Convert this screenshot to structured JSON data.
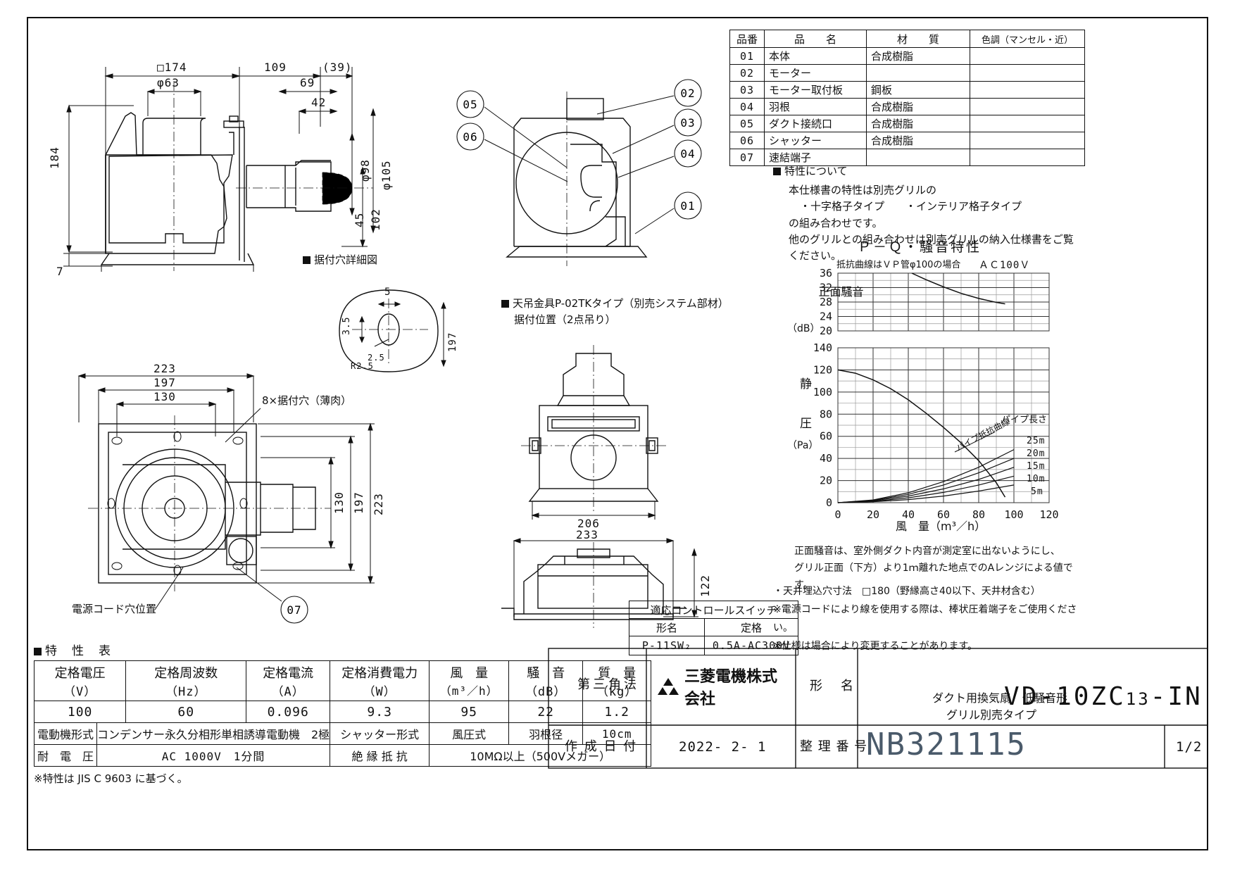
{
  "sheet": {
    "drawing_number": "NB321115",
    "page": "1/2",
    "model": "VD-10ZC13-IN",
    "model_prefix": "VD-10ZC",
    "model_sub": "13",
    "model_suffix": "-IN",
    "product_desc1": "ダクト用換気扇　低騒音形",
    "product_desc2": "グリル別売タイプ",
    "projection": "第三角法",
    "company": "三菱電機株式会社",
    "label_model": "形　名",
    "label_date": "作 成 日 付",
    "label_docno": "整 理 番 号",
    "date": "2022- 2- 1"
  },
  "parts_table": {
    "headers": [
      "品番",
      "品　　名",
      "材　　質",
      "色調（マンセル・近）"
    ],
    "rows": [
      {
        "no": "01",
        "name": "本体",
        "material": "合成樹脂",
        "color": ""
      },
      {
        "no": "02",
        "name": "モーター",
        "material": "",
        "color": ""
      },
      {
        "no": "03",
        "name": "モーター取付板",
        "material": "鋼板",
        "color": ""
      },
      {
        "no": "04",
        "name": "羽根",
        "material": "合成樹脂",
        "color": ""
      },
      {
        "no": "05",
        "name": "ダクト接続口",
        "material": "合成樹脂",
        "color": ""
      },
      {
        "no": "06",
        "name": "シャッター",
        "material": "合成樹脂",
        "color": ""
      },
      {
        "no": "07",
        "name": "速結端子",
        "material": "",
        "color": ""
      }
    ]
  },
  "notes": {
    "heading": "特性について",
    "lines": [
      "本仕様書の特性は別売グリルの",
      "・十字格子タイプ　　・インテリア格子タイプ",
      "の組み合わせです。",
      "他のグリルとの組み合わせは別売グリルの納入仕様書をご覧ください。"
    ]
  },
  "chart_data": {
    "type": "line",
    "title": "Ｐ－Ｑ・騒音特性",
    "subtitle_left": "抵抗曲線はＶＰ管φ100の場合",
    "subtitle_right": "ＡＣ100Ｖ",
    "noise_axis_label": "正面騒音",
    "noise_axis_unit": "（dB）",
    "noise_ticks": [
      36,
      32,
      28,
      24,
      20
    ],
    "noise_ylim": [
      20,
      36
    ],
    "pressure_axis_label1": "静",
    "pressure_axis_label2": "圧",
    "pressure_axis_unit": "（Pa）",
    "pressure_ticks": [
      140,
      120,
      100,
      80,
      60,
      40,
      20,
      0
    ],
    "pressure_ylim": [
      0,
      140
    ],
    "xlabel": "風　量（m³／h）",
    "xticks": [
      0,
      20,
      40,
      60,
      80,
      100,
      120
    ],
    "xlim": [
      0,
      120
    ],
    "grid": true,
    "series": [
      {
        "name": "noise",
        "x": [
          42,
          50,
          60,
          70,
          80,
          90,
          95
        ],
        "y": [
          36,
          34.2,
          32.2,
          30.4,
          29.0,
          27.9,
          27.5
        ]
      },
      {
        "name": "P-Q",
        "x": [
          0,
          10,
          20,
          30,
          40,
          50,
          60,
          70,
          80,
          90,
          95
        ],
        "y": [
          120,
          117,
          111,
          103,
          93,
          81,
          68,
          54,
          38,
          18,
          5
        ]
      },
      {
        "name": "25m",
        "x": [
          0,
          20,
          40,
          60,
          80,
          100
        ],
        "y": [
          0,
          2.5,
          9,
          19,
          32,
          48
        ]
      },
      {
        "name": "20m",
        "x": [
          0,
          20,
          40,
          60,
          80,
          100
        ],
        "y": [
          0,
          2.1,
          7.5,
          16,
          27,
          40
        ]
      },
      {
        "name": "15m",
        "x": [
          0,
          20,
          40,
          60,
          80,
          100
        ],
        "y": [
          0,
          1.7,
          6,
          12.5,
          21,
          32
        ]
      },
      {
        "name": "10m",
        "x": [
          0,
          20,
          40,
          60,
          80,
          100
        ],
        "y": [
          0,
          1.2,
          4.4,
          9.3,
          16,
          24
        ]
      },
      {
        "name": "5m",
        "x": [
          0,
          20,
          40,
          60,
          80,
          100
        ],
        "y": [
          0,
          0.8,
          2.8,
          6,
          10.5,
          16
        ]
      }
    ],
    "annotations": [
      {
        "text": "パイプ長さ",
        "kind": "legend-title"
      },
      {
        "text": "パイプ抵抗曲線",
        "kind": "curve-label"
      },
      {
        "text": "25m",
        "kind": "series-label"
      },
      {
        "text": "20m",
        "kind": "series-label"
      },
      {
        "text": "15m",
        "kind": "series-label"
      },
      {
        "text": "10m",
        "kind": "series-label"
      },
      {
        "text": "5m",
        "kind": "series-label"
      }
    ]
  },
  "chart_footnotes": [
    "正面騒音は、室外側ダクト内音が測定室に出ないようにし、",
    "グリル正面（下方）より1ｍ離れた地点でのAレンジによる値です。"
  ],
  "right_notes": [
    "・天井埋込穴寸法　□180（野縁高さ40以下、天井材含む）",
    "※電源コードにより線を使用する際は、棒状圧着端子をご使用ください。",
    "※仕様は場合により変更することがあります。"
  ],
  "control_switch": {
    "title": "適応コントロールスイッチ",
    "headers": [
      "形名",
      "定格"
    ],
    "row": [
      "P-11SW₂",
      "0.5A-AC300V"
    ]
  },
  "spec_table": {
    "heading": "特　性　表",
    "headers": [
      {
        "name": "定格電圧",
        "unit": "（V）"
      },
      {
        "name": "定格周波数",
        "unit": "（Hz）"
      },
      {
        "name": "定格電流",
        "unit": "（A）"
      },
      {
        "name": "定格消費電力",
        "unit": "（W）"
      },
      {
        "name": "風　量",
        "unit": "（m³／h）"
      },
      {
        "name": "騒　音",
        "unit": "（dB）"
      },
      {
        "name": "質　量",
        "unit": "（kg）"
      }
    ],
    "values": [
      "100",
      "60",
      "0.096",
      "9.3",
      "95",
      "22",
      "1.2"
    ],
    "row2": [
      {
        "label": "電動機形式",
        "value": "コンデンサー永久分相形単相誘導電動機　2極"
      },
      {
        "label": "シャッター形式",
        "value": "風圧式"
      },
      {
        "label": "羽根径",
        "value": "10cm"
      }
    ],
    "row3": [
      {
        "label": "耐　電　圧",
        "value": "AC 1000V　1分間"
      },
      {
        "label": "絶 縁 抵 抗",
        "value": "10MΩ以上（500Vメガー）"
      }
    ],
    "footnote": "※特性は JIS C 9603 に基づく。"
  },
  "drawings": {
    "side_view": {
      "dims": [
        "□174",
        "109",
        "(39)",
        "φ63",
        "69",
        "42",
        "184",
        "φ105",
        "φ98",
        "102",
        "45",
        "7"
      ]
    },
    "section_view": {
      "balloons": [
        "05",
        "06",
        "02",
        "03",
        "04",
        "01"
      ]
    },
    "hole_detail": {
      "title": "据付穴詳細図",
      "dims": [
        "5",
        "3.5",
        "2.5",
        "R2.5",
        "197"
      ]
    },
    "bracket_view": {
      "title1": "天吊金具P-02TKタイプ（別売システム部材）",
      "title2": "据付位置（2点吊り）",
      "dims": [
        "206",
        "233",
        "122"
      ]
    },
    "plan_view": {
      "dims": [
        "223",
        "197",
        "130",
        "130",
        "197",
        "223"
      ],
      "callout_holes": "8×据付穴（薄肉）",
      "callout_cord": "電源コード穴位置",
      "balloon": "07"
    }
  }
}
